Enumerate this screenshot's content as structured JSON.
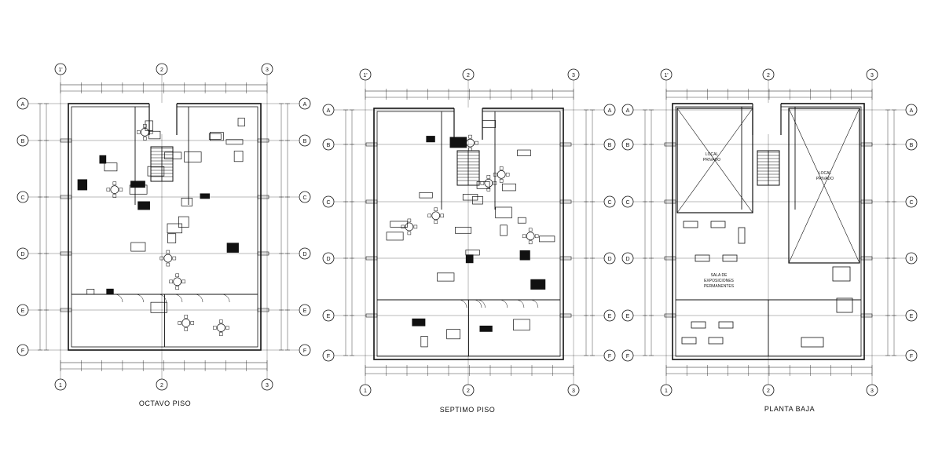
{
  "plans": [
    {
      "title": "OCTAVO PISO",
      "columns": [
        "1'",
        "2",
        "3"
      ],
      "columns_bottom": [
        "1",
        "2",
        "3"
      ],
      "rows": [
        "A",
        "B",
        "C",
        "D",
        "E",
        "F"
      ],
      "room_labels": []
    },
    {
      "title": "SEPTIMO PISO",
      "columns": [
        "1'",
        "2",
        "3"
      ],
      "columns_bottom": [
        "1",
        "2",
        "3"
      ],
      "rows": [
        "A",
        "B",
        "C",
        "D",
        "E",
        "F"
      ],
      "room_labels": []
    },
    {
      "title": "PLANTA BAJA",
      "columns": [
        "1'",
        "2",
        "3"
      ],
      "columns_bottom": [
        "1",
        "2",
        "3"
      ],
      "rows": [
        "A",
        "B",
        "C",
        "D",
        "E",
        "F"
      ],
      "room_labels": [
        [
          "LOCAL",
          "PRIVADO"
        ],
        [
          "LOCAL",
          "PRIVADO"
        ],
        [
          "SALA DE",
          "EXPOSICIONES",
          "PERMANENTES"
        ]
      ]
    }
  ],
  "colors": {
    "line": "#111111",
    "background": "#ffffff"
  }
}
